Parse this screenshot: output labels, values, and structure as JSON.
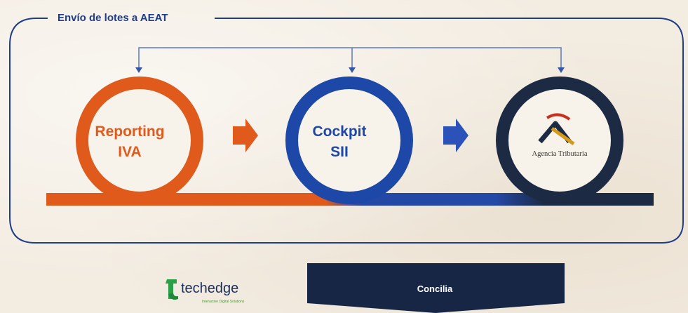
{
  "diagram": {
    "title": "Envío de lotes a AEAT",
    "nodes": [
      {
        "id": "reporting",
        "lines": [
          "Reporting",
          "IVA"
        ],
        "color": "#e05a1c"
      },
      {
        "id": "cockpit",
        "lines": [
          "Cockpit",
          "SII"
        ],
        "color": "#1d48a8"
      },
      {
        "id": "agencia",
        "label": "Agencia Tributaria",
        "color": "#1c2a44",
        "icon": "agencia-tributaria-logo"
      }
    ],
    "flow_arrows": [
      {
        "from": "reporting",
        "to": "cockpit",
        "color": "#e05a1c"
      },
      {
        "from": "cockpit",
        "to": "agencia",
        "color": "#1d48a8"
      }
    ],
    "next_step": {
      "label": "Concilia",
      "color": "#172644"
    }
  },
  "branding": {
    "name": "techedge",
    "tagline": "Interactive Digital Solutions",
    "icon": "techedge-logo",
    "colors": {
      "mark": "#2aa147",
      "text": "#1c2f5c"
    }
  },
  "colors": {
    "frame": "#1f3d88",
    "orange": "#e05a1c",
    "blue": "#1d48a8",
    "navy": "#1c2a44",
    "arrow": "#2a52b8"
  }
}
